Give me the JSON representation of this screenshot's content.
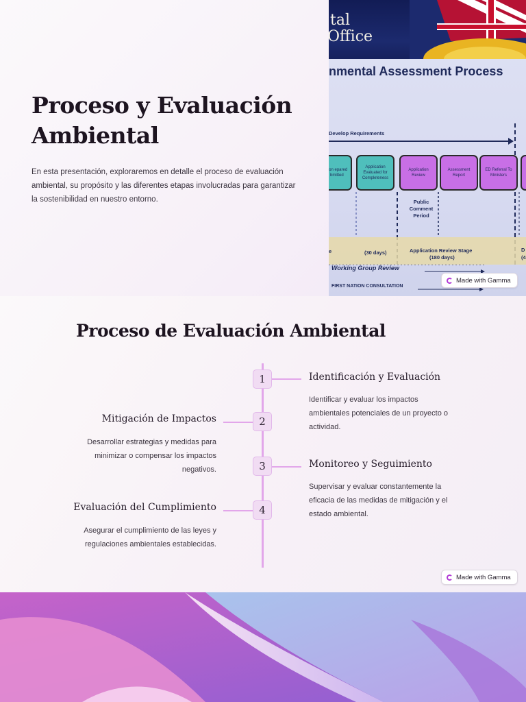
{
  "slide1": {
    "title": "Proceso y Evaluación Ambiental",
    "description": "En esta presentación, exploraremos en detalle el proceso de evaluación ambiental, su propósito y las diferentes etapas involucradas para garantizar la sostenibilidad en nuestro entorno.",
    "image": {
      "banner_line1": "tal",
      "banner_line2": "Office",
      "heading": "nmental Assessment Process",
      "develop_label": "Develop Requirements",
      "boxes": [
        {
          "label": "plication epared and bmitted",
          "color": "teal"
        },
        {
          "label": "Application Evaluated for Completeness",
          "color": "teal"
        },
        {
          "label": "Application Review",
          "color": "purple"
        },
        {
          "label": "Assessment Report",
          "color": "purple"
        },
        {
          "label": "ED Referral To Ministers",
          "color": "purple"
        }
      ],
      "public_comment": "Public Comment Period",
      "stage_e": "e",
      "stage_30": "(30 days)",
      "stage_review": "Application Review Stage",
      "stage_180": "(180 days)",
      "stage_d": "D",
      "stage_d2": "(4",
      "working_group": "Working Group Review",
      "first_nation": "FIRST NATION CONSULTATION"
    },
    "badge": "Made with Gamma"
  },
  "slide2": {
    "title": "Proceso de Evaluación Ambiental",
    "steps": [
      {
        "number": "1",
        "title": "Identificación y Evaluación",
        "description": "Identificar y evaluar los impactos ambientales potenciales de un proyecto o actividad.",
        "side": "right"
      },
      {
        "number": "2",
        "title": "Mitigación de Impactos",
        "description": "Desarrollar estrategias y medidas para minimizar o compensar los impactos negativos.",
        "side": "left"
      },
      {
        "number": "3",
        "title": "Monitoreo y Seguimiento",
        "description": "Supervisar y evaluar constantemente la eficacia de las medidas de mitigación y el estado ambiental.",
        "side": "right"
      },
      {
        "number": "4",
        "title": "Evaluación del Cumplimiento",
        "description": "Asegurar el cumplimiento de las leyes y regulaciones ambientales establecidas.",
        "side": "left"
      }
    ],
    "badge": "Made with Gamma"
  },
  "colors": {
    "timeline": "#e2a6ea",
    "step_badge": "#f1dcf3",
    "gamma_icon": "#b23ad6"
  }
}
